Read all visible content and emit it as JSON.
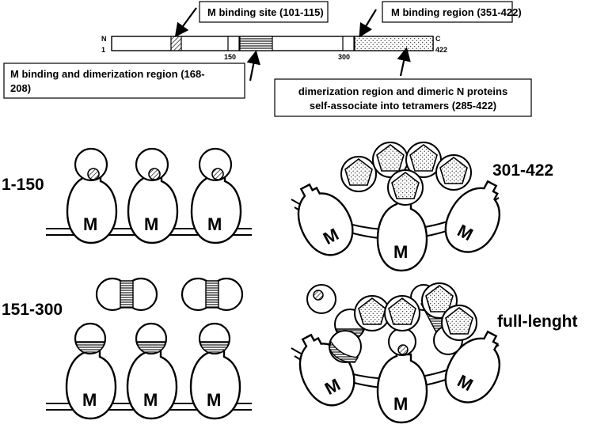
{
  "bar": {
    "n_label": "N",
    "n_start": "1",
    "c_label": "C",
    "c_end": "422",
    "tick_150": "150",
    "tick_300": "300"
  },
  "callouts": {
    "site_101": "M binding site (101-115)",
    "region_351": "M binding region (351-422)",
    "dimer_168_line1": "M binding and dimerization region (168-",
    "dimer_168_line2": "208)",
    "tetramer_line1": "dimerization region and dimeric N proteins",
    "tetramer_line2": "self-associate into tetramers (285-422)"
  },
  "panels": {
    "p1": "1-150",
    "p2": "151-300",
    "p3": "301-422",
    "p4": "full-lenght"
  },
  "m_label": "M",
  "colors": {
    "ink": "#000000",
    "paper": "#ffffff",
    "hatch": "#000000",
    "dots": "#000000"
  }
}
